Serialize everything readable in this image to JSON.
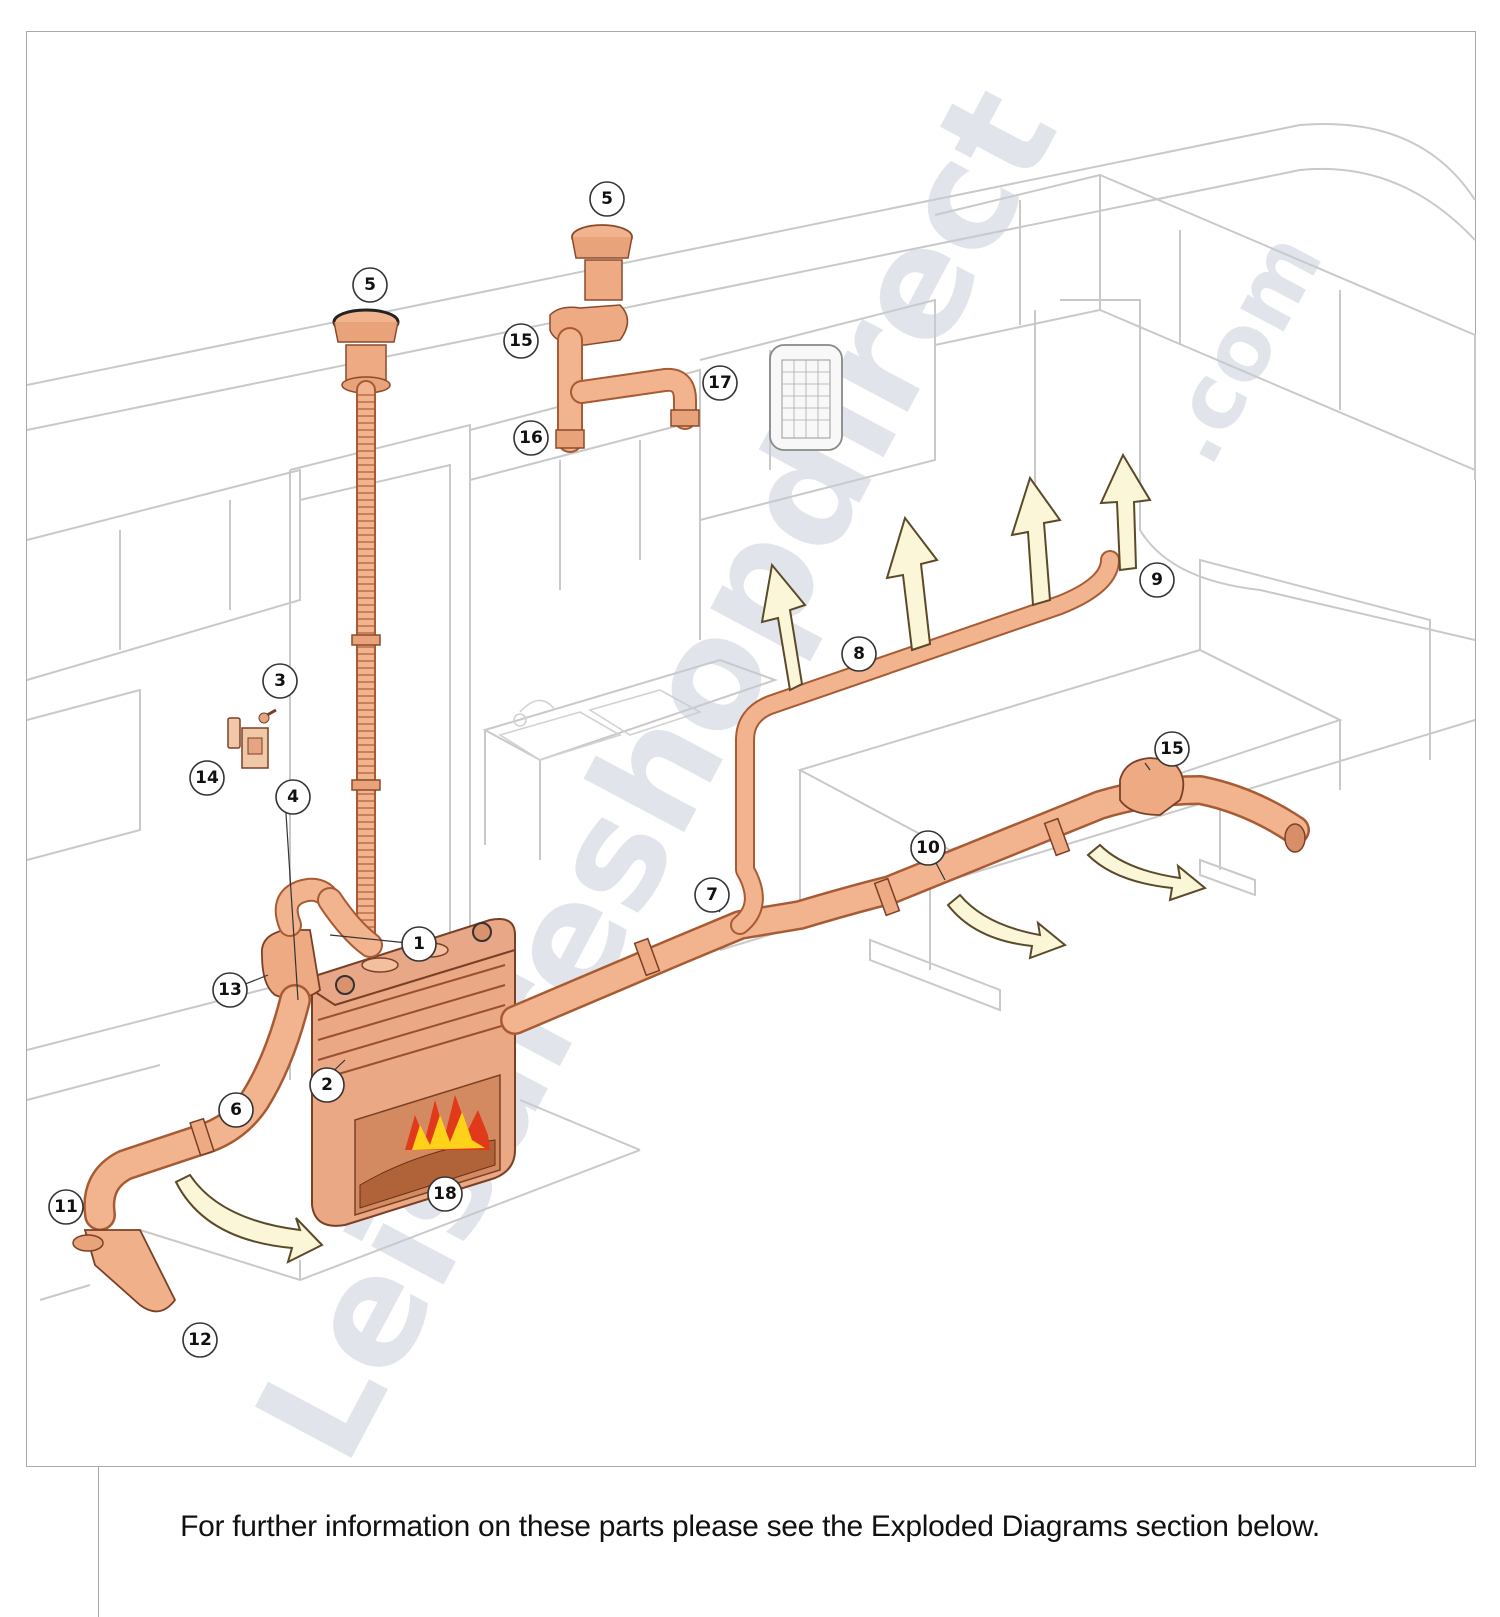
{
  "caption": "For further information on these parts please see the Exploded Diagrams section below.",
  "watermark": {
    "brand": "Leisureshopdirect",
    "suffix": ".com"
  },
  "callouts": {
    "c1": "1",
    "c2": "2",
    "c3": "3",
    "c4": "4",
    "c5a": "5",
    "c5b": "5",
    "c6": "6",
    "c7": "7",
    "c8": "8",
    "c9": "9",
    "c10": "10",
    "c11": "11",
    "c12": "12",
    "c13": "13",
    "c14": "14",
    "c15a": "15",
    "c15b": "15",
    "c16": "16",
    "c17": "17",
    "c18": "18"
  },
  "colors": {
    "duct_outline": "#a85b33",
    "duct_fill": "#f1b48f",
    "interior_lines": "#c9c9c9",
    "airflow_arrow": "#fbf6d8",
    "flame_red": "#e03a1a",
    "flame_yellow": "#ffd21a"
  }
}
